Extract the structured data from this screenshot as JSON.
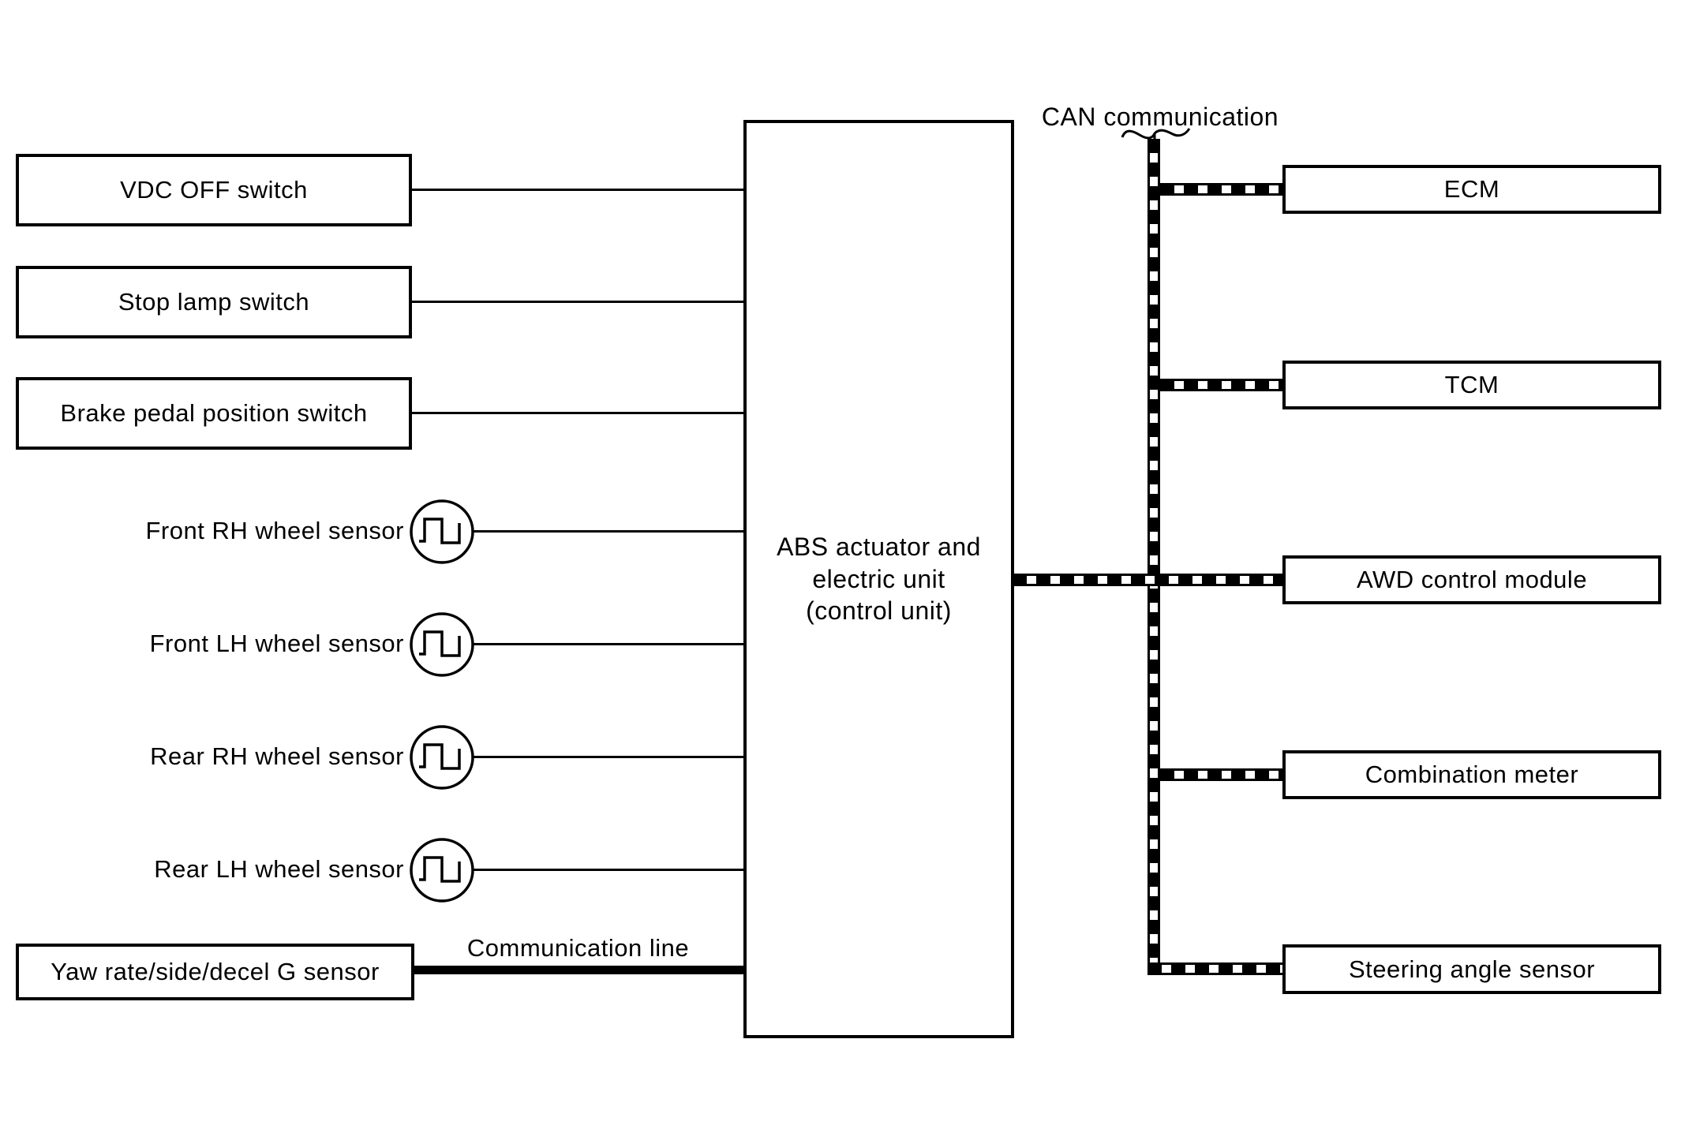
{
  "colors": {
    "ink": "#000000",
    "background": "#ffffff"
  },
  "can_label": "CAN communication",
  "communication_line_label": "Communication line",
  "center_unit": {
    "label": "ABS actuator and\nelectric unit\n(control unit)"
  },
  "inputs": {
    "switches": [
      {
        "label": "VDC OFF switch"
      },
      {
        "label": "Stop lamp switch"
      },
      {
        "label": "Brake pedal position switch"
      }
    ],
    "wheel_sensors": [
      {
        "label": "Front RH wheel sensor"
      },
      {
        "label": "Front LH wheel sensor"
      },
      {
        "label": "Rear RH wheel sensor"
      },
      {
        "label": "Rear LH wheel sensor"
      }
    ],
    "g_sensor": {
      "label": "Yaw rate/side/decel G sensor"
    }
  },
  "can_modules": [
    {
      "label": "ECM"
    },
    {
      "label": "TCM"
    },
    {
      "label": "AWD control module"
    },
    {
      "label": "Combination meter"
    },
    {
      "label": "Steering angle sensor"
    }
  ]
}
